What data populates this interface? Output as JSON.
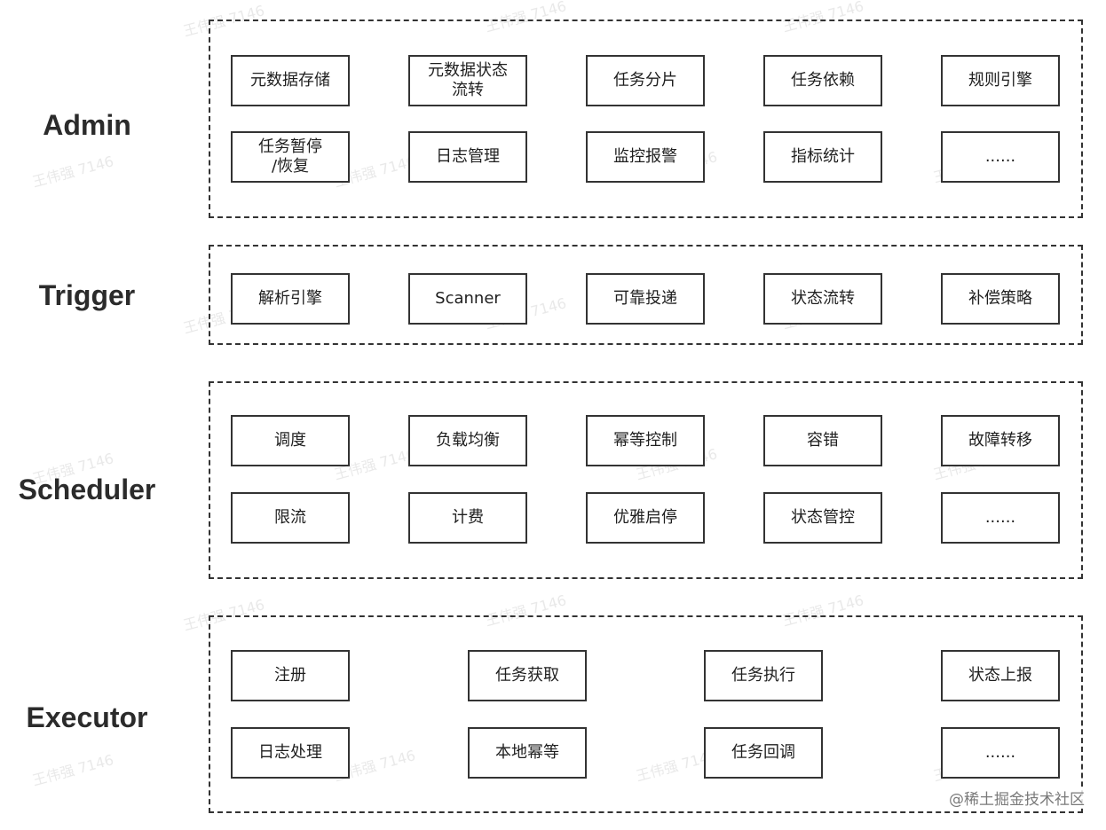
{
  "watermark_text": "王伟强 7146",
  "credit": "@稀土掘金技术社区",
  "layers": [
    {
      "name": "Admin",
      "rows": [
        [
          "元数据存储",
          "元数据状态\n流转",
          "任务分片",
          "任务依赖",
          "规则引擎"
        ],
        [
          "任务暂停\n/恢复",
          "日志管理",
          "监控报警",
          "指标统计",
          "......"
        ]
      ]
    },
    {
      "name": "Trigger",
      "rows": [
        [
          "解析引擎",
          "Scanner",
          "可靠投递",
          "状态流转",
          "补偿策略"
        ]
      ]
    },
    {
      "name": "Scheduler",
      "rows": [
        [
          "调度",
          "负载均衡",
          "幂等控制",
          "容错",
          "故障转移"
        ],
        [
          "限流",
          "计费",
          "优雅启停",
          "状态管控",
          "......"
        ]
      ]
    },
    {
      "name": "Executor",
      "rows": [
        [
          "注册",
          "任务获取",
          "任务执行",
          "状态上报"
        ],
        [
          "日志处理",
          "本地幂等",
          "任务回调",
          "......"
        ]
      ]
    }
  ]
}
